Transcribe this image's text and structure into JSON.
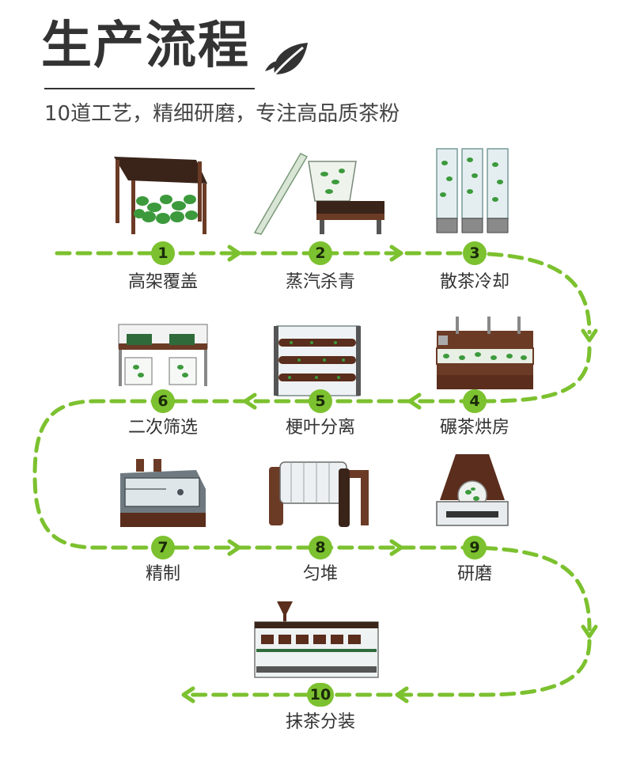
{
  "header": {
    "title": "生产流程",
    "subtitle": "10道工艺，精细研磨，专注高品质茶粉"
  },
  "colors": {
    "accent_green": "#7cc12f",
    "leaf_green": "#3c8a3a",
    "machine_brown": "#5a2d1c",
    "text_dark": "#333333"
  },
  "steps": [
    {
      "num": "1",
      "label": "高架覆盖",
      "icon": "covered-shade-frame-icon"
    },
    {
      "num": "2",
      "label": "蒸汽杀青",
      "icon": "steam-conveyor-icon"
    },
    {
      "num": "3",
      "label": "散茶冷却",
      "icon": "cooling-tower-icon"
    },
    {
      "num": "4",
      "label": "碾茶烘房",
      "icon": "drying-oven-icon"
    },
    {
      "num": "5",
      "label": "梗叶分离",
      "icon": "stem-separator-icon"
    },
    {
      "num": "6",
      "label": "二次筛选",
      "icon": "sieve-machine-icon"
    },
    {
      "num": "7",
      "label": "精制",
      "icon": "refining-machine-icon"
    },
    {
      "num": "8",
      "label": "匀堆",
      "icon": "blending-drum-icon"
    },
    {
      "num": "9",
      "label": "研磨",
      "icon": "stone-mill-icon"
    },
    {
      "num": "10",
      "label": "抹茶分装",
      "icon": "packaging-line-icon"
    }
  ]
}
